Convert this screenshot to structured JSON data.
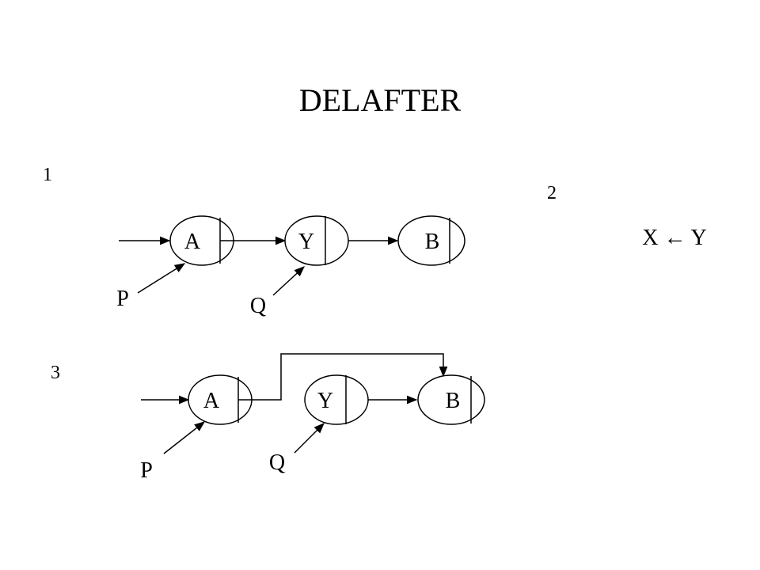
{
  "title": "DELAFTER",
  "steps": [
    "1",
    "2",
    "3"
  ],
  "step2_formula": "X ← Y",
  "diagram1": {
    "nodes": [
      "A",
      "Y",
      "B"
    ],
    "pointers": [
      "P",
      "Q"
    ]
  },
  "diagram2": {
    "nodes": [
      "A",
      "Y",
      "B"
    ],
    "pointers": [
      "P",
      "Q"
    ]
  }
}
